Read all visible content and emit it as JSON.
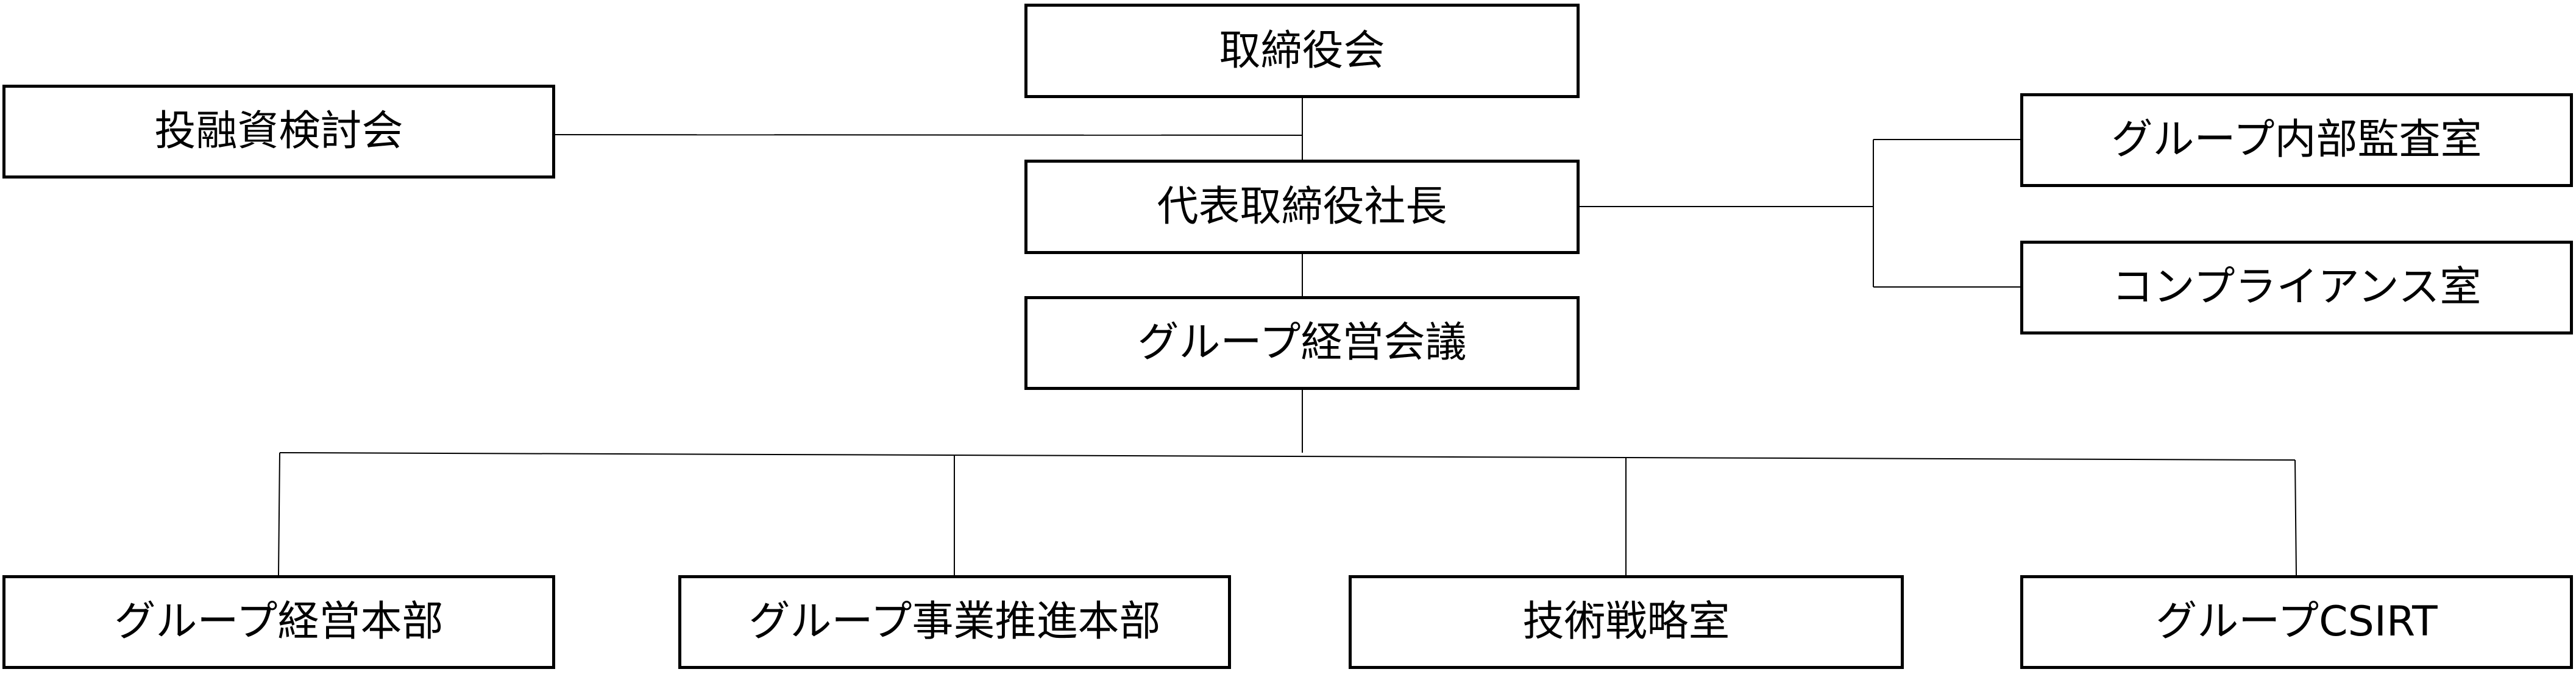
{
  "diagram": {
    "type": "organization-chart",
    "nodes": {
      "board": "取締役会",
      "investment_committee": "投融資検討会",
      "president": "代表取締役社長",
      "group_management_meeting": "グループ経営会議",
      "internal_audit": "グループ内部監査室",
      "compliance": "コンプライアンス室",
      "group_management_hq": "グループ経営本部",
      "business_promotion_hq": "グループ事業推進本部",
      "technology_strategy": "技術戦略室",
      "group_csirt": "グループCSIRT"
    },
    "edges": [
      [
        "board",
        "president"
      ],
      [
        "investment_committee",
        "board-president-line"
      ],
      [
        "president",
        "group_management_meeting"
      ],
      [
        "president",
        "internal_audit"
      ],
      [
        "president",
        "compliance"
      ],
      [
        "group_management_meeting",
        "group_management_hq"
      ],
      [
        "group_management_meeting",
        "business_promotion_hq"
      ],
      [
        "group_management_meeting",
        "technology_strategy"
      ],
      [
        "group_management_meeting",
        "group_csirt"
      ]
    ],
    "colors": {
      "line": "#000000",
      "box_border": "#000000",
      "box_fill": "#ffffff",
      "text": "#000000"
    }
  }
}
